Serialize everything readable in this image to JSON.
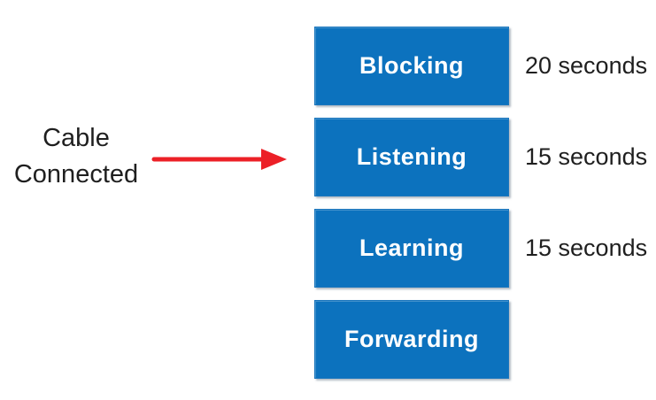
{
  "diagram": {
    "annotation": {
      "line1": "Cable",
      "line2": "Connected"
    },
    "states": [
      {
        "label": "Blocking",
        "duration": "20 seconds"
      },
      {
        "label": "Listening",
        "duration": "15 seconds"
      },
      {
        "label": "Learning",
        "duration": "15 seconds"
      },
      {
        "label": "Forwarding",
        "duration": ""
      }
    ],
    "arrow_points_to": "Listening",
    "colors": {
      "background": "#FFFFFF",
      "box_fill": "#0C72BE",
      "box_text": "#FFFFFF",
      "text": "#1F1F1F",
      "arrow": "#EC2027"
    }
  }
}
